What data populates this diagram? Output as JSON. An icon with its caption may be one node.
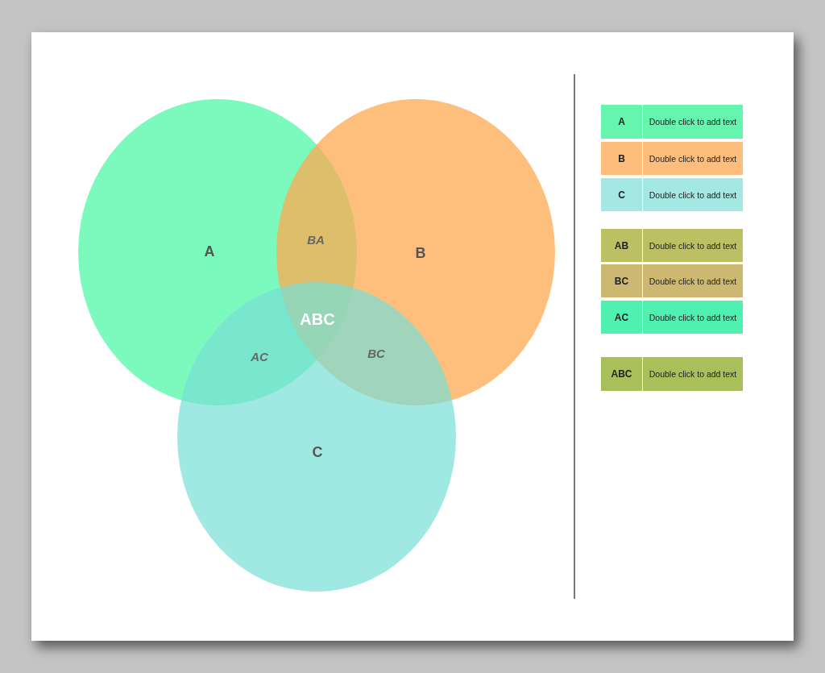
{
  "diagram": {
    "nodes": [
      {
        "text": [
          "A"
        ]
      },
      {
        "text": [
          "B"
        ]
      },
      {
        "text": [
          "C"
        ]
      }
    ],
    "labels": [
      "BA",
      "ABC",
      "AC",
      "BC",
      "A",
      "Double click to add text",
      "B",
      "Double click to add text",
      "C",
      "Double click to add text",
      "AB",
      "Double click to add text",
      "BC",
      "Double click to add text",
      "AC",
      "Double click to add text",
      "ABC",
      "Double click to add text"
    ]
  }
}
